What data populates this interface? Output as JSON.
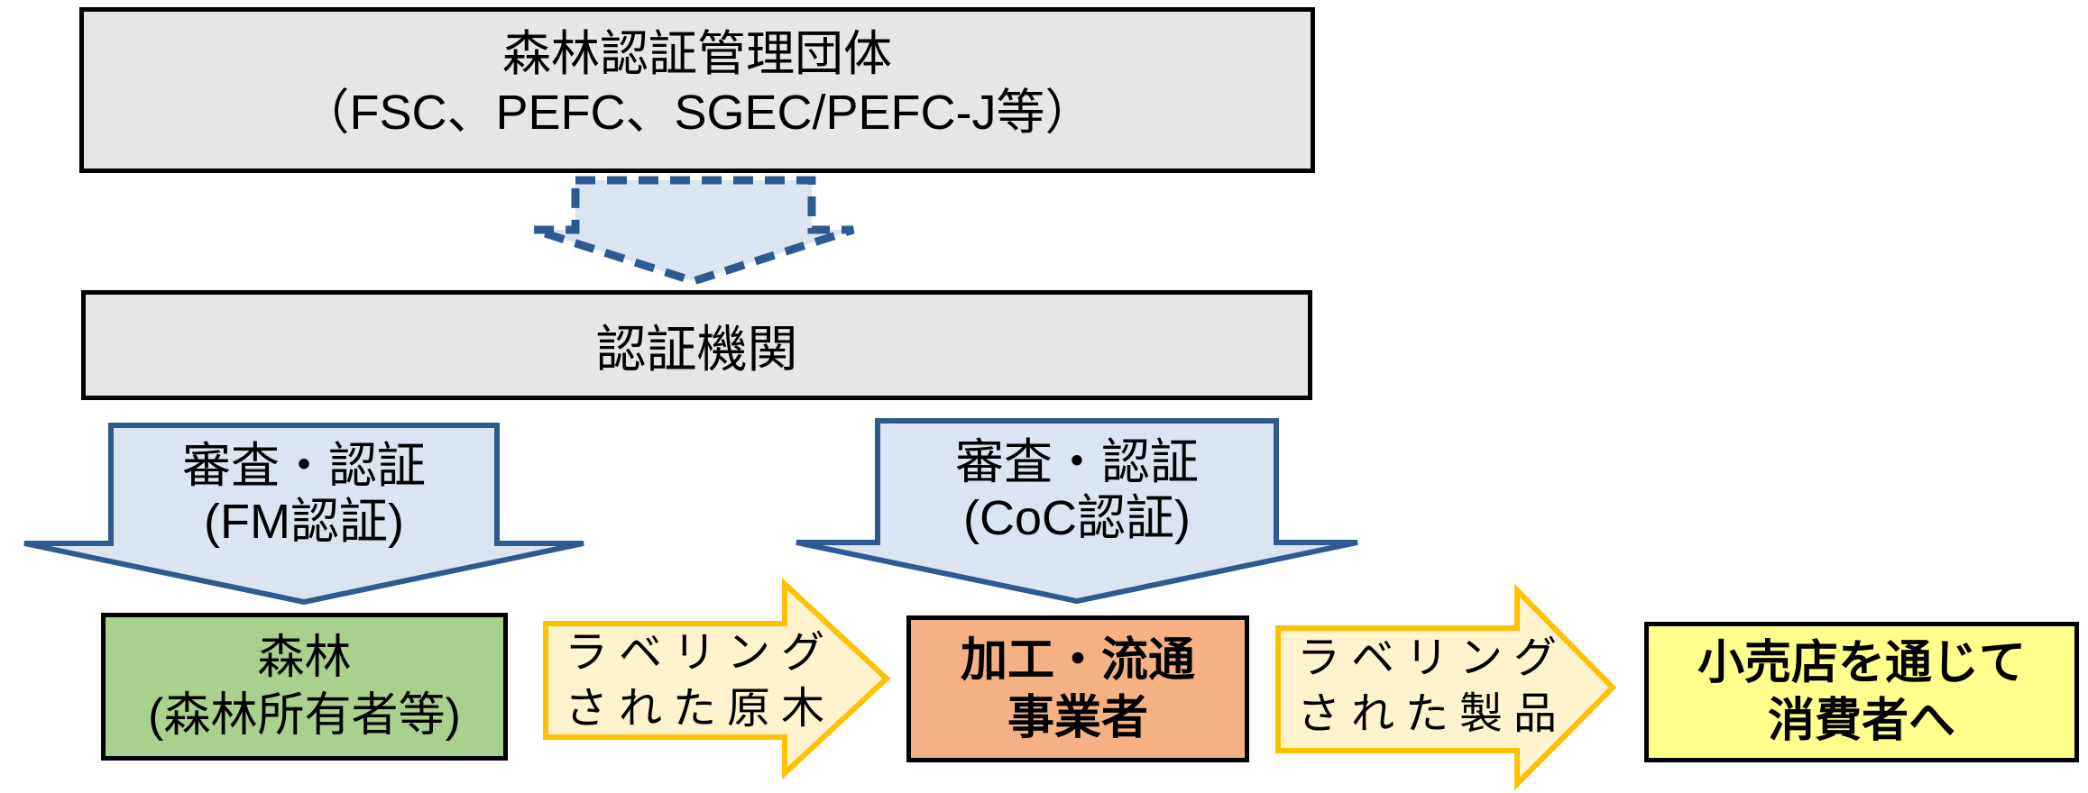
{
  "diagram": {
    "management_box": {
      "lines": [
        "森林認証管理団体",
        "（FSC、PEFC、SGEC/PEFC-J等）"
      ]
    },
    "certifier_box": {
      "lines": [
        "認証機関"
      ]
    },
    "fm_arrow": {
      "lines": [
        "審査・認証",
        "(FM認証)"
      ]
    },
    "coc_arrow": {
      "lines": [
        "審査・認証",
        "(CoC認証)"
      ]
    },
    "forest_box": {
      "lines": [
        "森林",
        "(森林所有者等)"
      ]
    },
    "labeled_logs_arrow": {
      "lines": [
        "ラベリング",
        "された原木"
      ]
    },
    "processor_box": {
      "lines": [
        "加工・流通",
        "事業者"
      ]
    },
    "labeled_products_arrow": {
      "lines": [
        "ラベリング",
        "された製品"
      ]
    },
    "retail_box": {
      "lines": [
        "小売店を通じて",
        "消費者へ"
      ]
    },
    "colors": {
      "box_gray": "#E7E6E6",
      "box_green": "#A9D18E",
      "box_orange": "#F4B183",
      "box_yellow": "#FFFF8C",
      "arrow_blue_fill": "#DBE5F1",
      "arrow_blue_border": "#2E5A92",
      "arrow_gold_fill": "#FFF2CC",
      "arrow_gold_border": "#FFC000",
      "border_black": "#000000"
    }
  }
}
